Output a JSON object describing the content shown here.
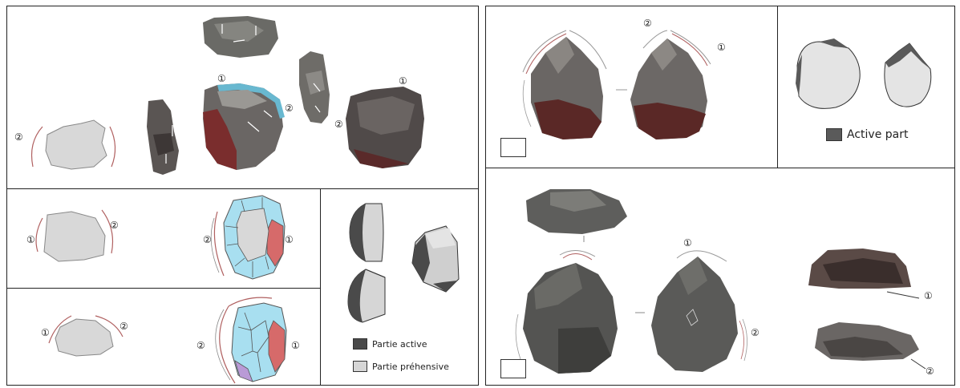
{
  "figure": {
    "panel_a": {
      "markers": [
        "②",
        "①",
        "②",
        "②",
        "①"
      ]
    },
    "panel_b": {
      "markers": [
        "①",
        "②",
        "②",
        "①"
      ]
    },
    "panel_c": {
      "markers": [
        "①",
        "②",
        "②",
        "①"
      ]
    },
    "panel_d": {
      "legend_active": "Partie active",
      "legend_grip": "Partie préhensive",
      "active_color": "#4a4a4a",
      "grip_color": "#d6d6d6"
    },
    "panel_e": {
      "markers": [
        "②",
        "①"
      ]
    },
    "panel_f": {
      "legend_active": "Active part",
      "active_color": "#5a5a5a"
    },
    "panel_g": {
      "markers": [
        "①",
        "②",
        "①",
        "②"
      ]
    }
  }
}
